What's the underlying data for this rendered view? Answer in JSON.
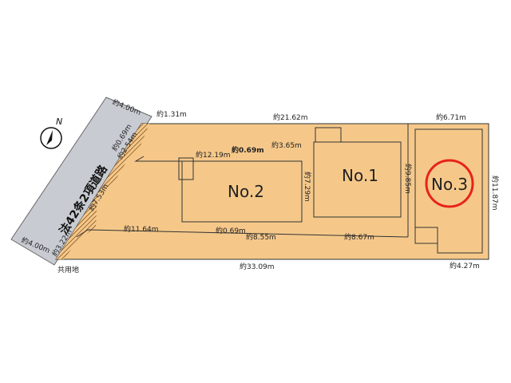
{
  "colors": {
    "lot": "#f5c88a",
    "road": "#c8ccd2",
    "highlight": "#e8231a",
    "line": "#333333"
  },
  "compass": {
    "label": "N"
  },
  "road": {
    "label": "法42条2項道路",
    "width_top": "約4.00m",
    "width_bottom": "約4.00m"
  },
  "lots": [
    {
      "label": "No.1"
    },
    {
      "label": "No.2"
    },
    {
      "label": "No.3",
      "highlighted": true
    }
  ],
  "common_area": "共用地",
  "dimensions": {
    "top_left_setback": "約1.31m",
    "left_a": "約0.69m",
    "left_b": "約2.54m",
    "left_c": "約7.53m",
    "left_d": "約3.22m",
    "top_middle": "約21.62m",
    "top_right": "約6.71m",
    "right": "約11.87m",
    "no2_top": "約12.19m",
    "no2_top_offset": "約0.69m",
    "no2_top_right": "約3.65m",
    "no2_no1_vertical": "約7.29m",
    "no1_no3_vertical": "約9.85m",
    "lower_left": "約11.64m",
    "lower_offset": "約0.69m",
    "lower_middle": "約8.55m",
    "no1_bottom": "約8.67m",
    "bottom": "約33.09m",
    "bottom_right": "約4.27m"
  }
}
